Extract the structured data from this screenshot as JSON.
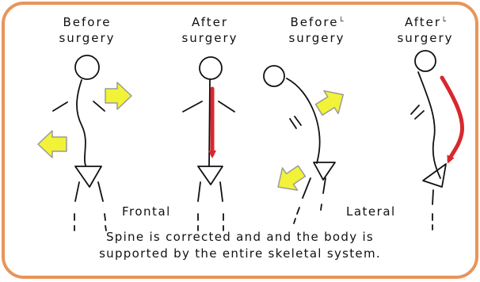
{
  "panels": [
    {
      "title": [
        "Before",
        "surgery"
      ],
      "mark": ""
    },
    {
      "title": [
        "After",
        "surgery"
      ],
      "mark": ""
    },
    {
      "title": [
        "Before",
        "surgery"
      ],
      "mark": "└"
    },
    {
      "title": [
        "After",
        "surgery"
      ],
      "mark": "└"
    }
  ],
  "views": {
    "frontal": "Frontal",
    "lateral": "Lateral"
  },
  "caption": [
    "Spine is corrected and and the body is",
    "supported by the entire skeletal system."
  ],
  "colors": {
    "frame": "#E8955A",
    "background": "#FFFFFF",
    "stroke": "#111111",
    "force_arrow": "#F2F238",
    "force_arrow_outline": "#9A9A9A",
    "spine_arrow": "#D8282E"
  }
}
